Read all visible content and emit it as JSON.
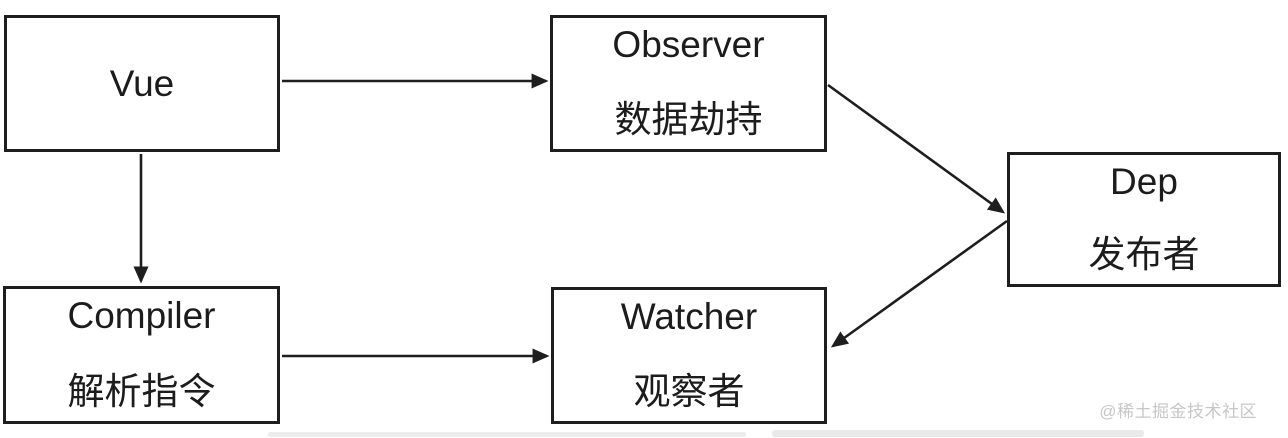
{
  "diagram": {
    "title_semantic": "Vue MVVM reactivity architecture",
    "nodes": [
      {
        "id": "vue",
        "title": "Vue",
        "subtitle": ""
      },
      {
        "id": "observer",
        "title": "Observer",
        "subtitle": "数据劫持"
      },
      {
        "id": "dep",
        "title": "Dep",
        "subtitle": "发布者"
      },
      {
        "id": "compiler",
        "title": "Compiler",
        "subtitle": "解析指令"
      },
      {
        "id": "watcher",
        "title": "Watcher",
        "subtitle": "观察者"
      }
    ],
    "edges": [
      {
        "from": "vue",
        "to": "observer"
      },
      {
        "from": "vue",
        "to": "compiler"
      },
      {
        "from": "observer",
        "to": "dep"
      },
      {
        "from": "compiler",
        "to": "watcher"
      },
      {
        "from": "dep",
        "to": "watcher"
      }
    ]
  },
  "watermark": {
    "text": "@稀土掘金技术社区"
  },
  "colors": {
    "stroke": "#1e1e1e",
    "text": "#1c1c1c",
    "watermark": "#c7c7c7",
    "background": "#ffffff"
  }
}
